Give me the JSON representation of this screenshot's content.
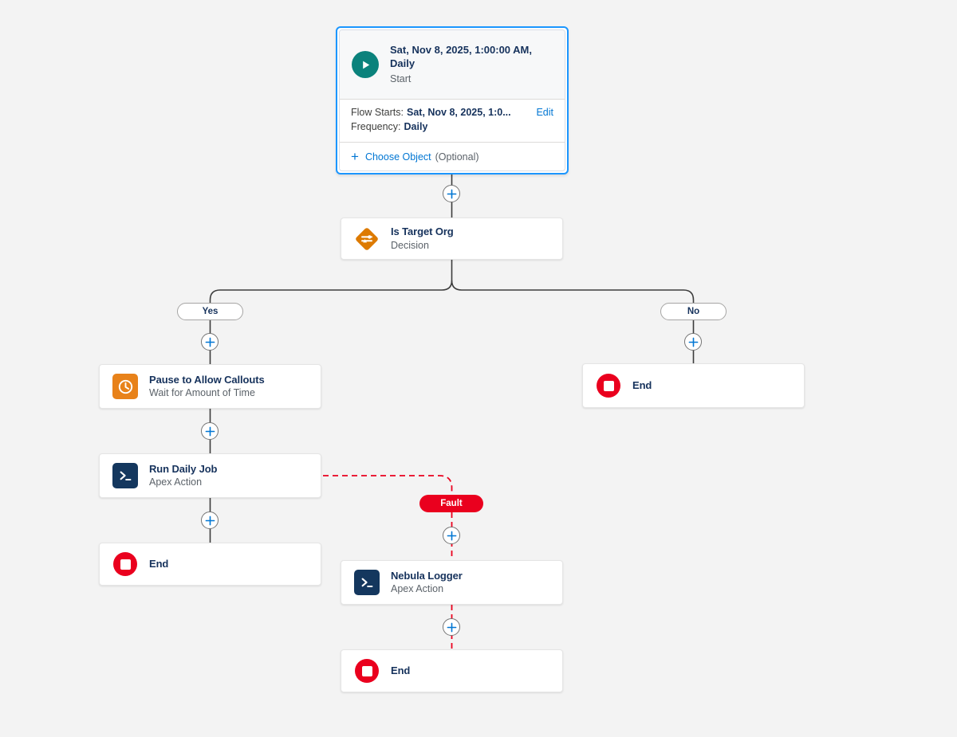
{
  "canvas": {
    "background": "#f3f3f3",
    "accent_blue": "#0176d3",
    "selected_border": "#1b96ff",
    "fault_red": "#ea001e",
    "start_teal": "#0b827c",
    "decision_orange": "#dd7a01",
    "wait_orange": "#e8821a",
    "apex_navy": "#14375e"
  },
  "start_node": {
    "icon": "play-icon",
    "title": "Sat, Nov 8, 2025, 1:00:00 AM, Daily",
    "subtitle": "Start",
    "rows": [
      {
        "label": "Flow Starts:",
        "value": "Sat, Nov 8, 2025, 1:0..."
      },
      {
        "label": "Frequency:",
        "value": "Daily"
      }
    ],
    "edit_label": "Edit",
    "plus_glyph": "+",
    "choose_object_label": "Choose Object",
    "optional_label": "(Optional)"
  },
  "nodes": {
    "decision": {
      "icon": "decision-icon",
      "title": "Is Target Org",
      "subtitle": "Decision"
    },
    "wait": {
      "icon": "clock-icon",
      "title": "Pause to Allow Callouts",
      "subtitle": "Wait for Amount of Time"
    },
    "apex_main": {
      "icon": "apex-terminal-icon",
      "title": "Run Daily Job",
      "subtitle": "Apex Action"
    },
    "end_yes": {
      "icon": "end-stop-icon",
      "title": "End",
      "subtitle": ""
    },
    "end_no": {
      "icon": "end-stop-icon",
      "title": "End",
      "subtitle": ""
    },
    "apex_fault": {
      "icon": "apex-terminal-icon",
      "title": "Nebula Logger",
      "subtitle": "Apex Action"
    },
    "end_fault": {
      "icon": "end-stop-icon",
      "title": "End",
      "subtitle": ""
    }
  },
  "branches": {
    "yes_label": "Yes",
    "no_label": "No",
    "fault_label": "Fault"
  },
  "add_buttons": {
    "glyph": "+",
    "count": 7
  }
}
